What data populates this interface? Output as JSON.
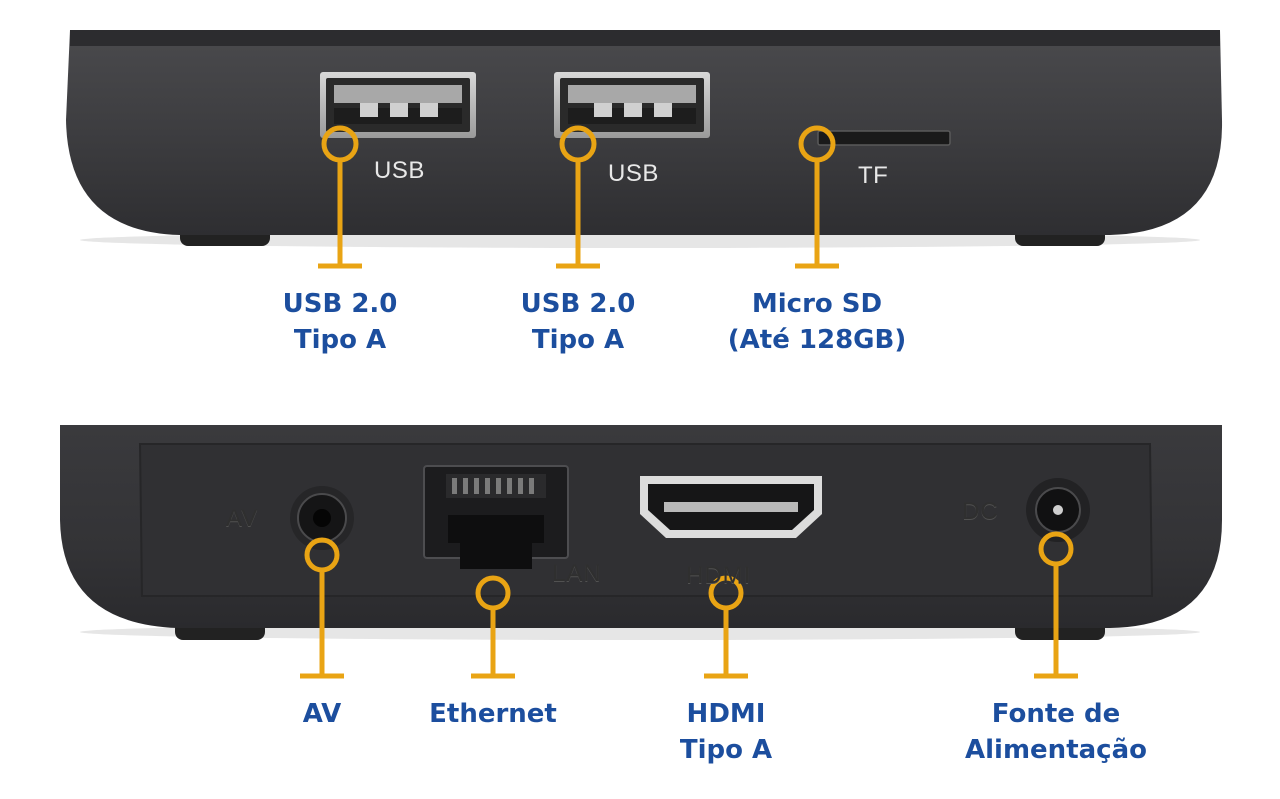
{
  "image": {
    "accent_color": "#e9a414",
    "label_color": "#1c4e9e",
    "device_color": "#3b3b3d"
  },
  "top_device": {
    "printed_labels": {
      "usb_1": "USB",
      "usb_2": "USB",
      "tf": "TF"
    },
    "callouts": {
      "usb_1": {
        "line1": "USB 2.0",
        "line2": "Tipo A"
      },
      "usb_2": {
        "line1": "USB 2.0",
        "line2": "Tipo A"
      },
      "micro_sd": {
        "line1": "Micro SD",
        "line2": "(Até 128GB)"
      }
    }
  },
  "bottom_device": {
    "printed_labels": {
      "av": "AV",
      "lan": "LAN",
      "hdmi": "HDMI",
      "dc": "DC"
    },
    "callouts": {
      "av": {
        "line1": "AV"
      },
      "ethernet": {
        "line1": "Ethernet"
      },
      "hdmi": {
        "line1": "HDMI",
        "line2": "Tipo A"
      },
      "power": {
        "line1": "Fonte de",
        "line2": "Alimentação"
      }
    }
  }
}
